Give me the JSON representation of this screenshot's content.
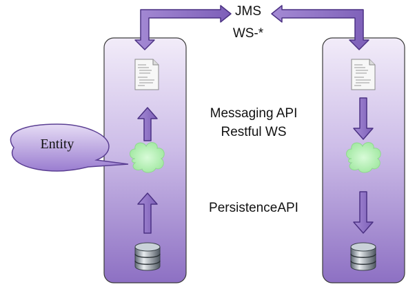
{
  "protocols": {
    "line1": "JMS",
    "line2": "WS-*"
  },
  "middle_labels": {
    "messaging": "Messaging API",
    "restful": "Restful WS",
    "persistence": "PersistenceAPI"
  },
  "callout": {
    "text": "Entity"
  },
  "colors": {
    "panel_light": "#efe8f7",
    "panel_dark": "#8a6cc0",
    "arrow_fill": "#8f72c6",
    "arrow_stroke": "#55398c",
    "cloud_fill": "#b8f3b8",
    "callout_fill": "#a68ad6"
  },
  "icons": {
    "document": "document-icon",
    "cloud": "cloud-icon",
    "database": "database-icon"
  }
}
